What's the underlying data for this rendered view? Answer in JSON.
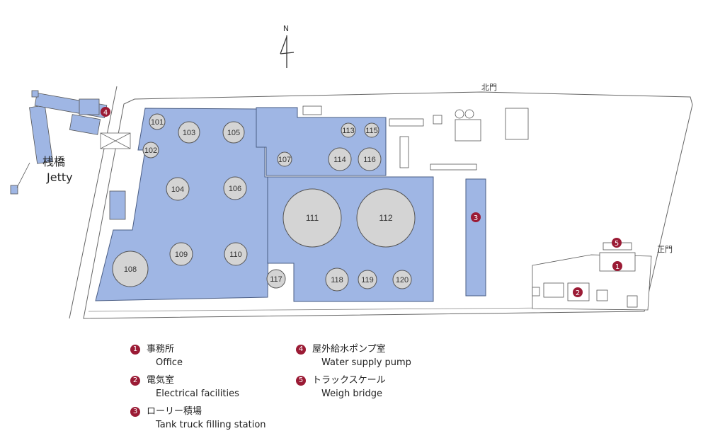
{
  "map": {
    "north": "N",
    "jetty": {
      "ja": "桟橋",
      "en": "Jetty"
    },
    "gates": {
      "north": "北門",
      "main": "正門"
    },
    "tanks": [
      "101",
      "102",
      "103",
      "104",
      "105",
      "106",
      "107",
      "108",
      "109",
      "110",
      "111",
      "112",
      "113",
      "114",
      "115",
      "116",
      "117",
      "118",
      "119",
      "120"
    ],
    "markers": [
      "1",
      "2",
      "3",
      "4",
      "5"
    ],
    "colors": {
      "tank_yard": "#9fb6e4",
      "tank": "#d4d4d4",
      "marker": "#9b1b35"
    }
  },
  "legend": [
    {
      "num": "1",
      "ja": "事務所",
      "en": "Office"
    },
    {
      "num": "2",
      "ja": "電気室",
      "en": "Electrical facilities"
    },
    {
      "num": "3",
      "ja": "ローリー積場",
      "en": "Tank truck filling station"
    },
    {
      "num": "4",
      "ja": "屋外給水ポンプ室",
      "en": "Water supply pump"
    },
    {
      "num": "5",
      "ja": "トラックスケール",
      "en": "Weigh bridge"
    }
  ]
}
